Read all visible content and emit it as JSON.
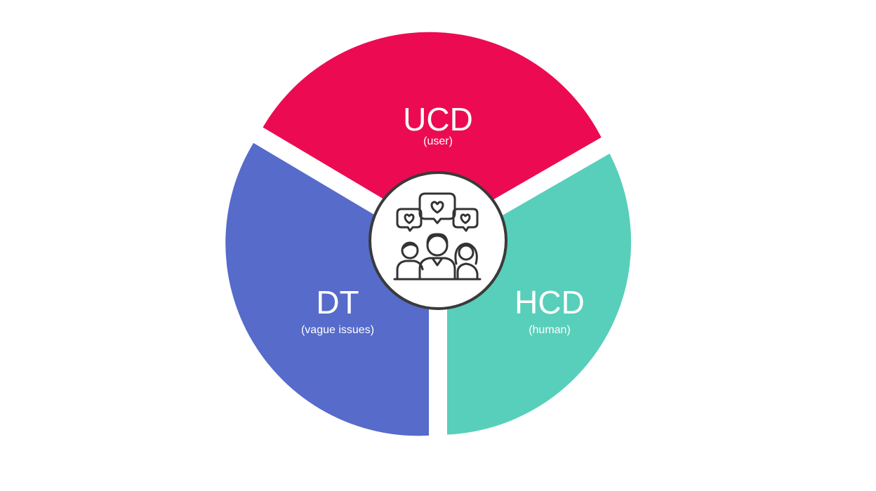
{
  "segments": [
    {
      "id": "ucd",
      "title": "UCD",
      "subtitle": "(user)",
      "color": "#EC0B52"
    },
    {
      "id": "hcd",
      "title": "HCD",
      "subtitle": "(human)",
      "color": "#58CFBA"
    },
    {
      "id": "dt",
      "title": "DT",
      "subtitle": "(vague issues)",
      "color": "#566BCA"
    }
  ],
  "center": {
    "icon": "people-with-heart-speech-bubbles-icon",
    "background": "#ffffff",
    "border_color": "#3A3A3A"
  },
  "gap_color": "#ffffff"
}
